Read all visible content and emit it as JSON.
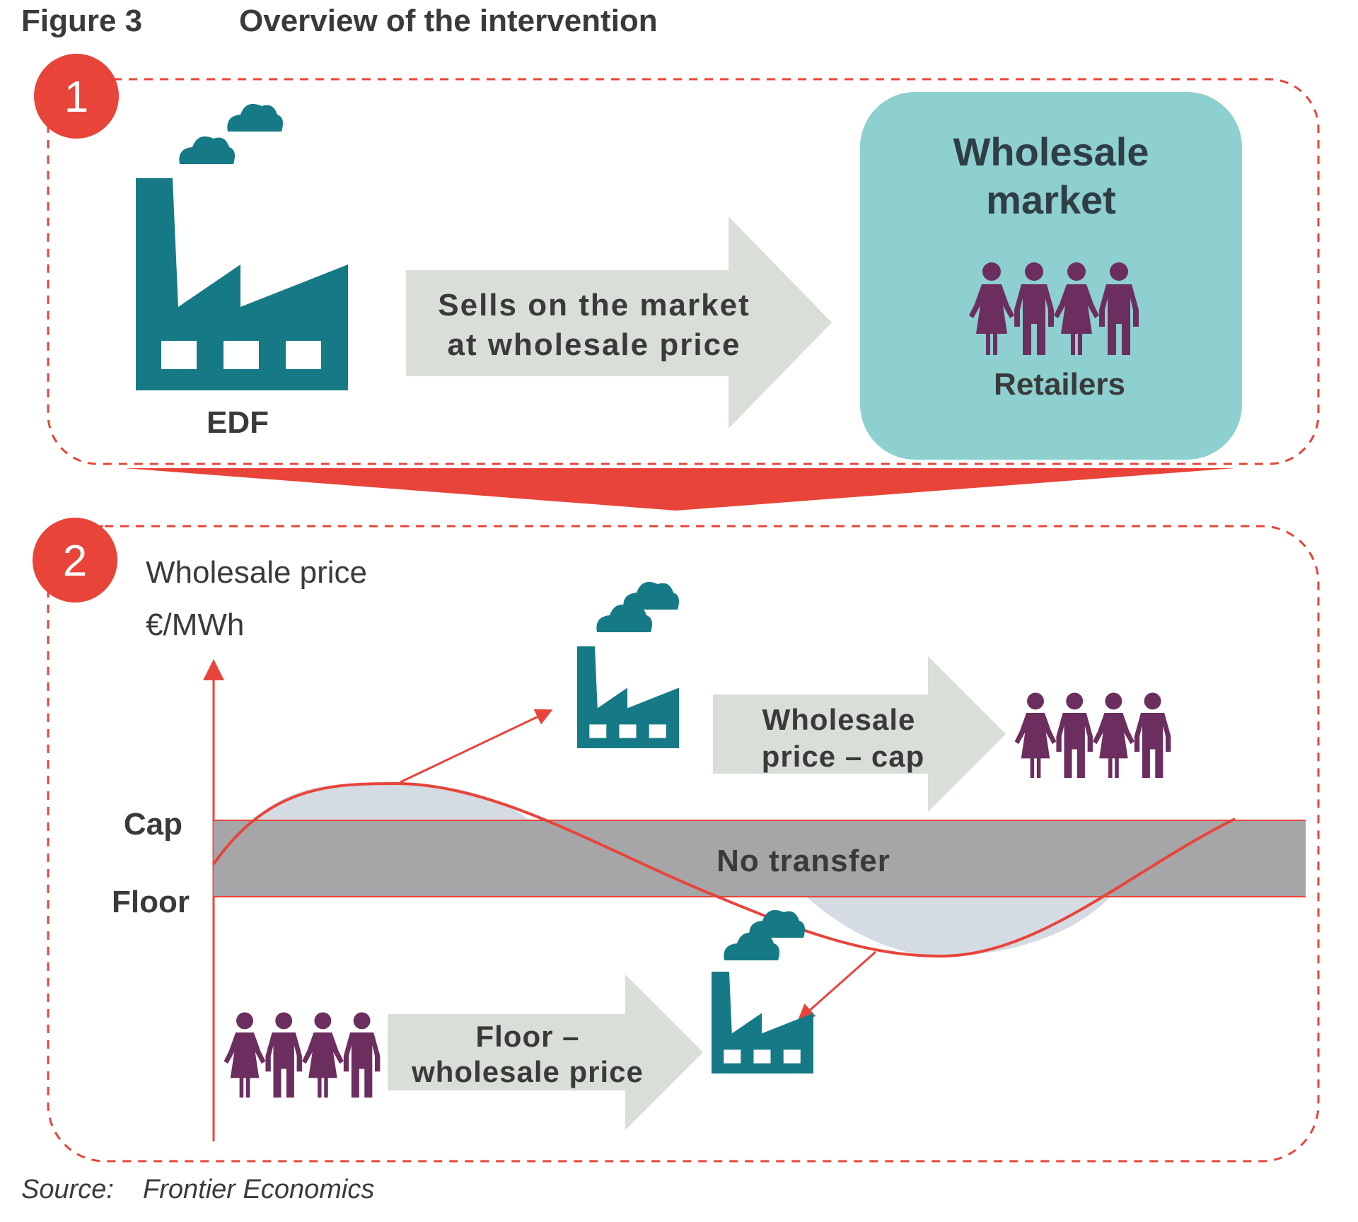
{
  "figure": {
    "number_label": "Figure 3",
    "title": "Overview of the intervention"
  },
  "panel1": {
    "badge": "1",
    "producer_label": "EDF",
    "arrow_text": [
      "Sells on the market",
      "at wholesale price"
    ],
    "market_title": [
      "Wholesale",
      "market"
    ],
    "buyers_label": "Retailers"
  },
  "panel2": {
    "badge": "2",
    "y_axis_label": "Wholesale price",
    "y_axis_unit": "€/MWh",
    "cap_label": "Cap",
    "floor_label": "Floor",
    "band_label": "No transfer",
    "top_arrow_text": [
      "Wholesale",
      "price – cap"
    ],
    "bottom_arrow_text": [
      "Floor –",
      "wholesale price"
    ]
  },
  "source": {
    "prefix": "Source:",
    "name": "Frontier Economics"
  },
  "colors": {
    "teal": "#167a86",
    "light_teal": "#8ecfd0",
    "purple": "#6b2e5f",
    "red": "#e8443a",
    "arrow_grey": "#d9ded8",
    "band_grey": "#a6a5a8",
    "area_blue": "#d5dbe2",
    "text": "#3a3a3a"
  }
}
